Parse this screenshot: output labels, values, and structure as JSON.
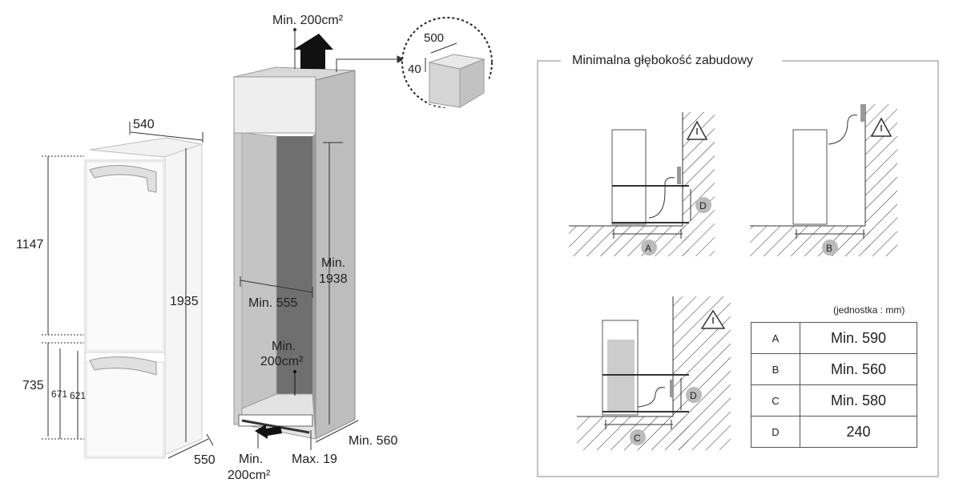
{
  "left_dims": {
    "width": "540",
    "depth": "550",
    "height_total": "1935",
    "upper_h": "1147",
    "lower_h": "735",
    "d671": "671",
    "d621": "621"
  },
  "niche": {
    "top_vent": "Min. 200cm²",
    "inner_width": "Min. 555",
    "inner_height_1": "Min.",
    "inner_height_2": "1938",
    "rear_vent_1": "Min.",
    "rear_vent_2": "200cm²",
    "bottom_vent_1": "Min.",
    "bottom_vent_2": "200cm²",
    "max_gap": "Max. 19",
    "depth": "Min. 560"
  },
  "detail": {
    "a": "500",
    "b": "40"
  },
  "panel": {
    "title": "Minimalna głębokość zabudowy",
    "unit_note": "(jednostka : mm)",
    "labels": [
      "A",
      "B",
      "C",
      "D"
    ],
    "rows": [
      {
        "key": "A",
        "value": "Min. 590"
      },
      {
        "key": "B",
        "value": "Min. 560"
      },
      {
        "key": "C",
        "value": "Min. 580"
      },
      {
        "key": "D",
        "value": "240"
      }
    ]
  }
}
